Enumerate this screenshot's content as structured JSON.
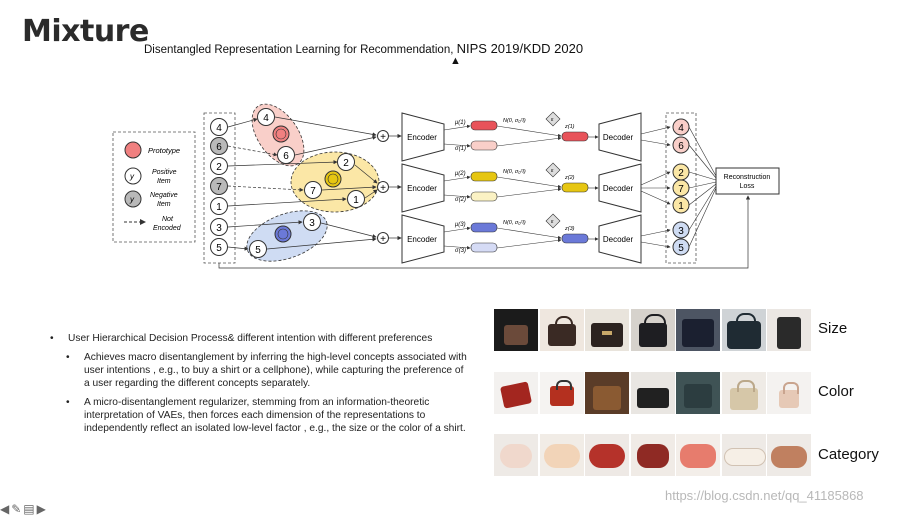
{
  "slide": {
    "title": "Mixture",
    "subtitle_text": "Disentangled Representation Learning for Recommendation, ",
    "subtitle_venue": "NIPS 2019/KDD 2020"
  },
  "diagram": {
    "legend": {
      "prototype": "Prototype",
      "positive": "Positive Item",
      "positive_l1": "Positive",
      "positive_l2": "Item",
      "negative_l1": "Negative",
      "negative_l2": "Item",
      "not_encoded_l1": "Not",
      "not_encoded_l2": "Encoded",
      "y": "y"
    },
    "input_items": [
      "4",
      "6",
      "2",
      "7",
      "1",
      "3",
      "5"
    ],
    "cluster1": [
      "4",
      "6"
    ],
    "cluster2": [
      "2",
      "7",
      "1"
    ],
    "cluster3": [
      "3",
      "5"
    ],
    "encoder": "Encoder",
    "decoder": "Decoder",
    "plus": "+",
    "mu1": "μ(1)",
    "sigma1": "σ(1)",
    "mu2": "μ(2)",
    "sigma2": "σ(2)",
    "mu3": "μ(3)",
    "sigma3": "σ(3)",
    "normal": "N(0, σ₀²I)",
    "eps": "ε",
    "z1": "z(1)",
    "z2": "z(2)",
    "z3": "z(3)",
    "out1": [
      "4",
      "6"
    ],
    "out2": [
      "2",
      "7",
      "1"
    ],
    "out3": [
      "3",
      "5"
    ],
    "loss_l1": "Reconstruction",
    "loss_l2": "Loss"
  },
  "bullets": {
    "main": "User Hierarchical Decision Process& different intention with different preferences",
    "sub1": "Achieves macro disentanglement by inferring the high-level concepts associated with user intentions , e.g., to buy a shirt or a cellphone), while capturing the preference of a user regarding the different concepts separately.",
    "sub2": "A micro-disentanglement regularizer, stemming from an information-theoretic interpretation of VAEs, then forces each dimension of the representations to independently reflect an isolated low-level factor , e.g., the size or the color of a shirt."
  },
  "image_rows": {
    "size_label": "Size",
    "color_label": "Color",
    "category_label": "Category"
  },
  "colors": {
    "prototype": "#f08080",
    "cluster1": "#f9cfc9",
    "cluster2": "#fbe7a6",
    "cluster3": "#cfdcf3",
    "red_latent": "#e8535a",
    "yellow_latent": "#e6c612",
    "blue_latent": "#6b79d8"
  },
  "watermark": "https://blog.csdn.net/qq_41185868"
}
